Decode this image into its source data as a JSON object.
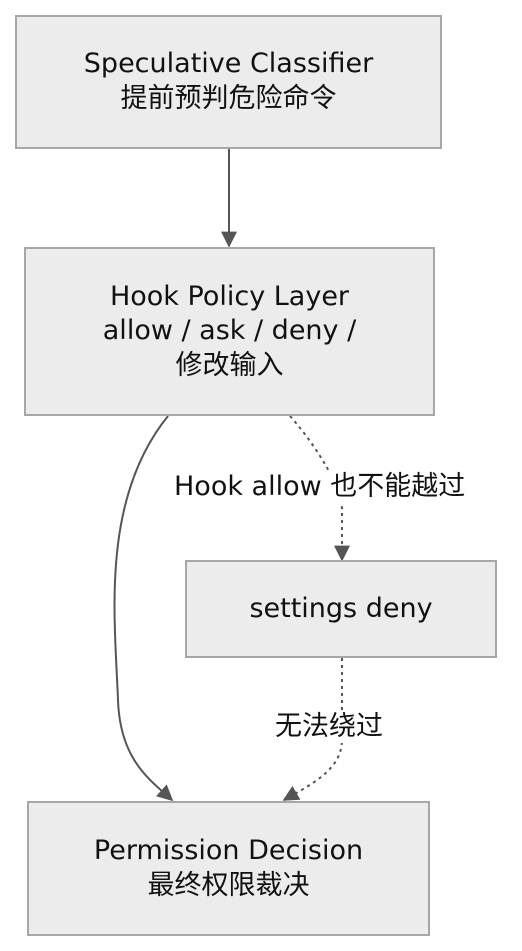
{
  "nodes": {
    "classifier": {
      "line1": "Speculative Classifier",
      "line2": "提前预判危险命令"
    },
    "hook_policy": {
      "line1": "Hook Policy Layer",
      "line2": "allow / ask / deny /",
      "line3": "修改输入"
    },
    "settings_deny": {
      "line1": "settings deny"
    },
    "permission": {
      "line1": "Permission Decision",
      "line2": "最终权限裁决"
    }
  },
  "edges": {
    "hook_to_settings": {
      "label": "Hook allow 也不能越过",
      "style": "dashed"
    },
    "settings_to_permission": {
      "label": "无法绕过",
      "style": "dashed"
    },
    "classifier_to_hook": {
      "label": "",
      "style": "solid"
    },
    "hook_to_permission": {
      "label": "",
      "style": "solid"
    }
  },
  "colors": {
    "node_fill": "#ececec",
    "node_border": "#a7a7a7",
    "edge": "#555555"
  }
}
